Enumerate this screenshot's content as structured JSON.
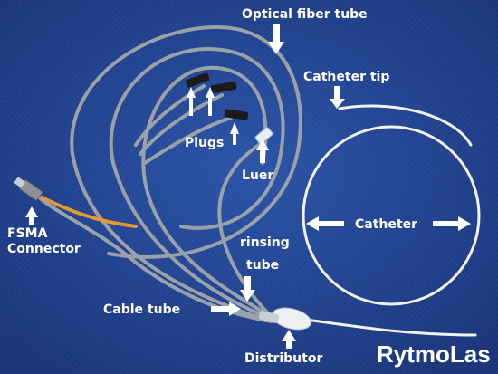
{
  "labels": {
    "optical_fiber_tube": "Optical fiber tube",
    "catheter_tip": "Catheter tip",
    "plugs": "Plugs",
    "luer": "Luer",
    "fsma_line1": "FSMA",
    "fsma_line2": "Connector",
    "catheter": "Catheter",
    "rinsing": "rinsing",
    "tube": "tube",
    "cable_tube": "Cable tube",
    "distributor": "Distributor"
  },
  "brand": "RytmoLas",
  "colors": {
    "background": "#1f3d8c",
    "gray_tube": "#9aa1a8",
    "white_catheter": "#f2f2f2",
    "label": "#ffffff",
    "orange_fiber": "#e39a2f"
  }
}
